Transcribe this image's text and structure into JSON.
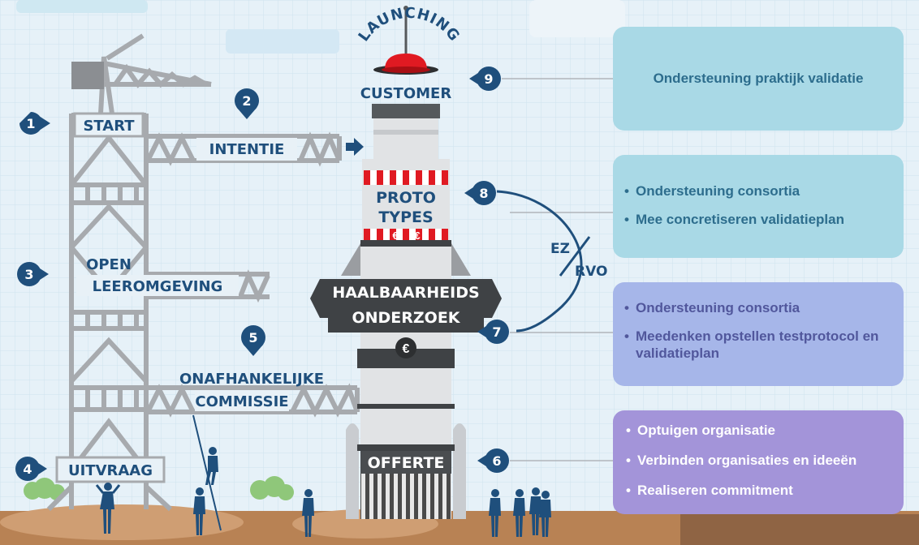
{
  "colors": {
    "navy": "#1f4f7c",
    "scaffold": "#a7aaae",
    "ground": "#b88254",
    "rocket": "#e1e3e5",
    "red_button": "#e01a22",
    "card_blue": "#a9d9e6",
    "card_periwinkle": "#a6b6e9",
    "card_purple": "#a394d9"
  },
  "steps": [
    {
      "number": "1",
      "label": "START"
    },
    {
      "number": "2",
      "label": "INTENTIE"
    },
    {
      "number": "3",
      "label_line1": "OPEN",
      "label_line2": "LEEROMGEVING"
    },
    {
      "number": "4",
      "label": "UITVRAAG"
    },
    {
      "number": "5",
      "label_line1": "ONAFHANKELIJKE",
      "label_line2": "COMMISSIE"
    },
    {
      "number": "6",
      "label": "OFFERTE"
    },
    {
      "number": "7",
      "label_line1": "HAALBAARHEIDS",
      "label_line2": "ONDERZOEK"
    },
    {
      "number": "8",
      "label_line1": "PROTO",
      "label_line2": "TYPES"
    },
    {
      "number": "9",
      "label_arc": "LAUNCHING",
      "label_line2": "CUSTOMER"
    }
  ],
  "ez_rvo": {
    "top": "EZ",
    "bottom": "RVO"
  },
  "currency_symbol": "€",
  "cards": [
    {
      "text": "Ondersteuning praktijk validatie"
    },
    {
      "items": [
        "Ondersteuning consortia",
        "Mee concretiseren validatieplan"
      ]
    },
    {
      "items": [
        "Ondersteuning consortia",
        "Meedenken opstellen testprotocol en validatieplan"
      ]
    },
    {
      "items": [
        "Optuigen organisatie",
        "Verbinden organisaties en ideeën",
        "Realiseren commitment"
      ]
    }
  ],
  "icons": [
    "crane-icon",
    "rocket-icon",
    "launch-button-icon",
    "arrow-right-icon",
    "people-icon",
    "bush-icon",
    "euro-icon"
  ]
}
